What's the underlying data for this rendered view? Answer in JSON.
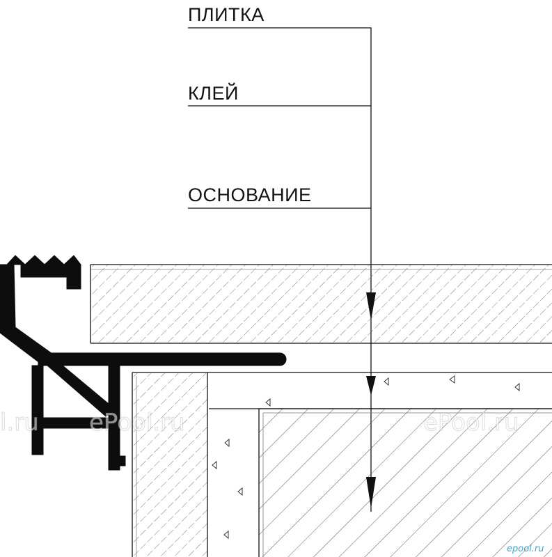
{
  "labels": {
    "tile": "ПЛИТКА",
    "adhesive": "КЛЕЙ",
    "base": "ОСНОВАНИЕ"
  },
  "watermark": {
    "left": "l.ru",
    "center": "ePool.ru",
    "right": "ePool.ru",
    "corner": "epool.ru"
  },
  "colors": {
    "line": "#111111",
    "hatch": "#555555",
    "profile": "#0d0d0d",
    "background": "#ffffff"
  }
}
